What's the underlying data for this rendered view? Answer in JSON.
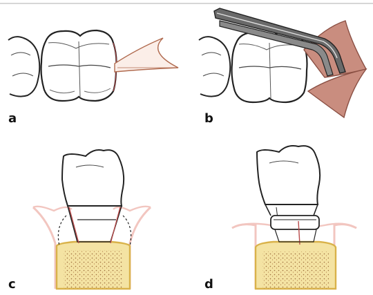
{
  "figure": {
    "panels": [
      {
        "label": "a"
      },
      {
        "label": "b"
      },
      {
        "label": "c"
      },
      {
        "label": "d"
      }
    ],
    "colors": {
      "outline": "#222222",
      "gingiva": "#f2c6c0",
      "ligament": "#b84a4a",
      "bone_fill": "#f4e3a3",
      "bone_stroke": "#d9b24a",
      "marrow_dots": "#9b6b3a",
      "instrument_steel": "#5b5b5b",
      "instrument_tip": "#c98d7f"
    },
    "icons": [
      "tooth-crown",
      "periotome-blade",
      "forceps-instrument",
      "alveolar-bone",
      "gingiva"
    ]
  }
}
